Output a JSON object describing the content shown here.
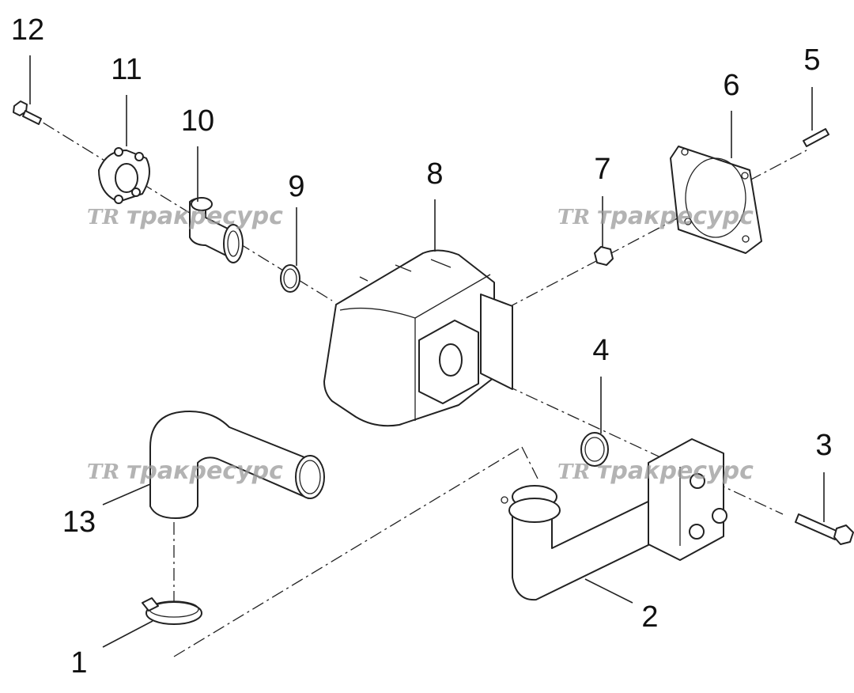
{
  "diagram": {
    "callouts": [
      "1",
      "2",
      "3",
      "4",
      "5",
      "6",
      "7",
      "8",
      "9",
      "10",
      "11",
      "12",
      "13"
    ],
    "watermark": {
      "logo": "TR",
      "text": "тракресурс"
    }
  }
}
